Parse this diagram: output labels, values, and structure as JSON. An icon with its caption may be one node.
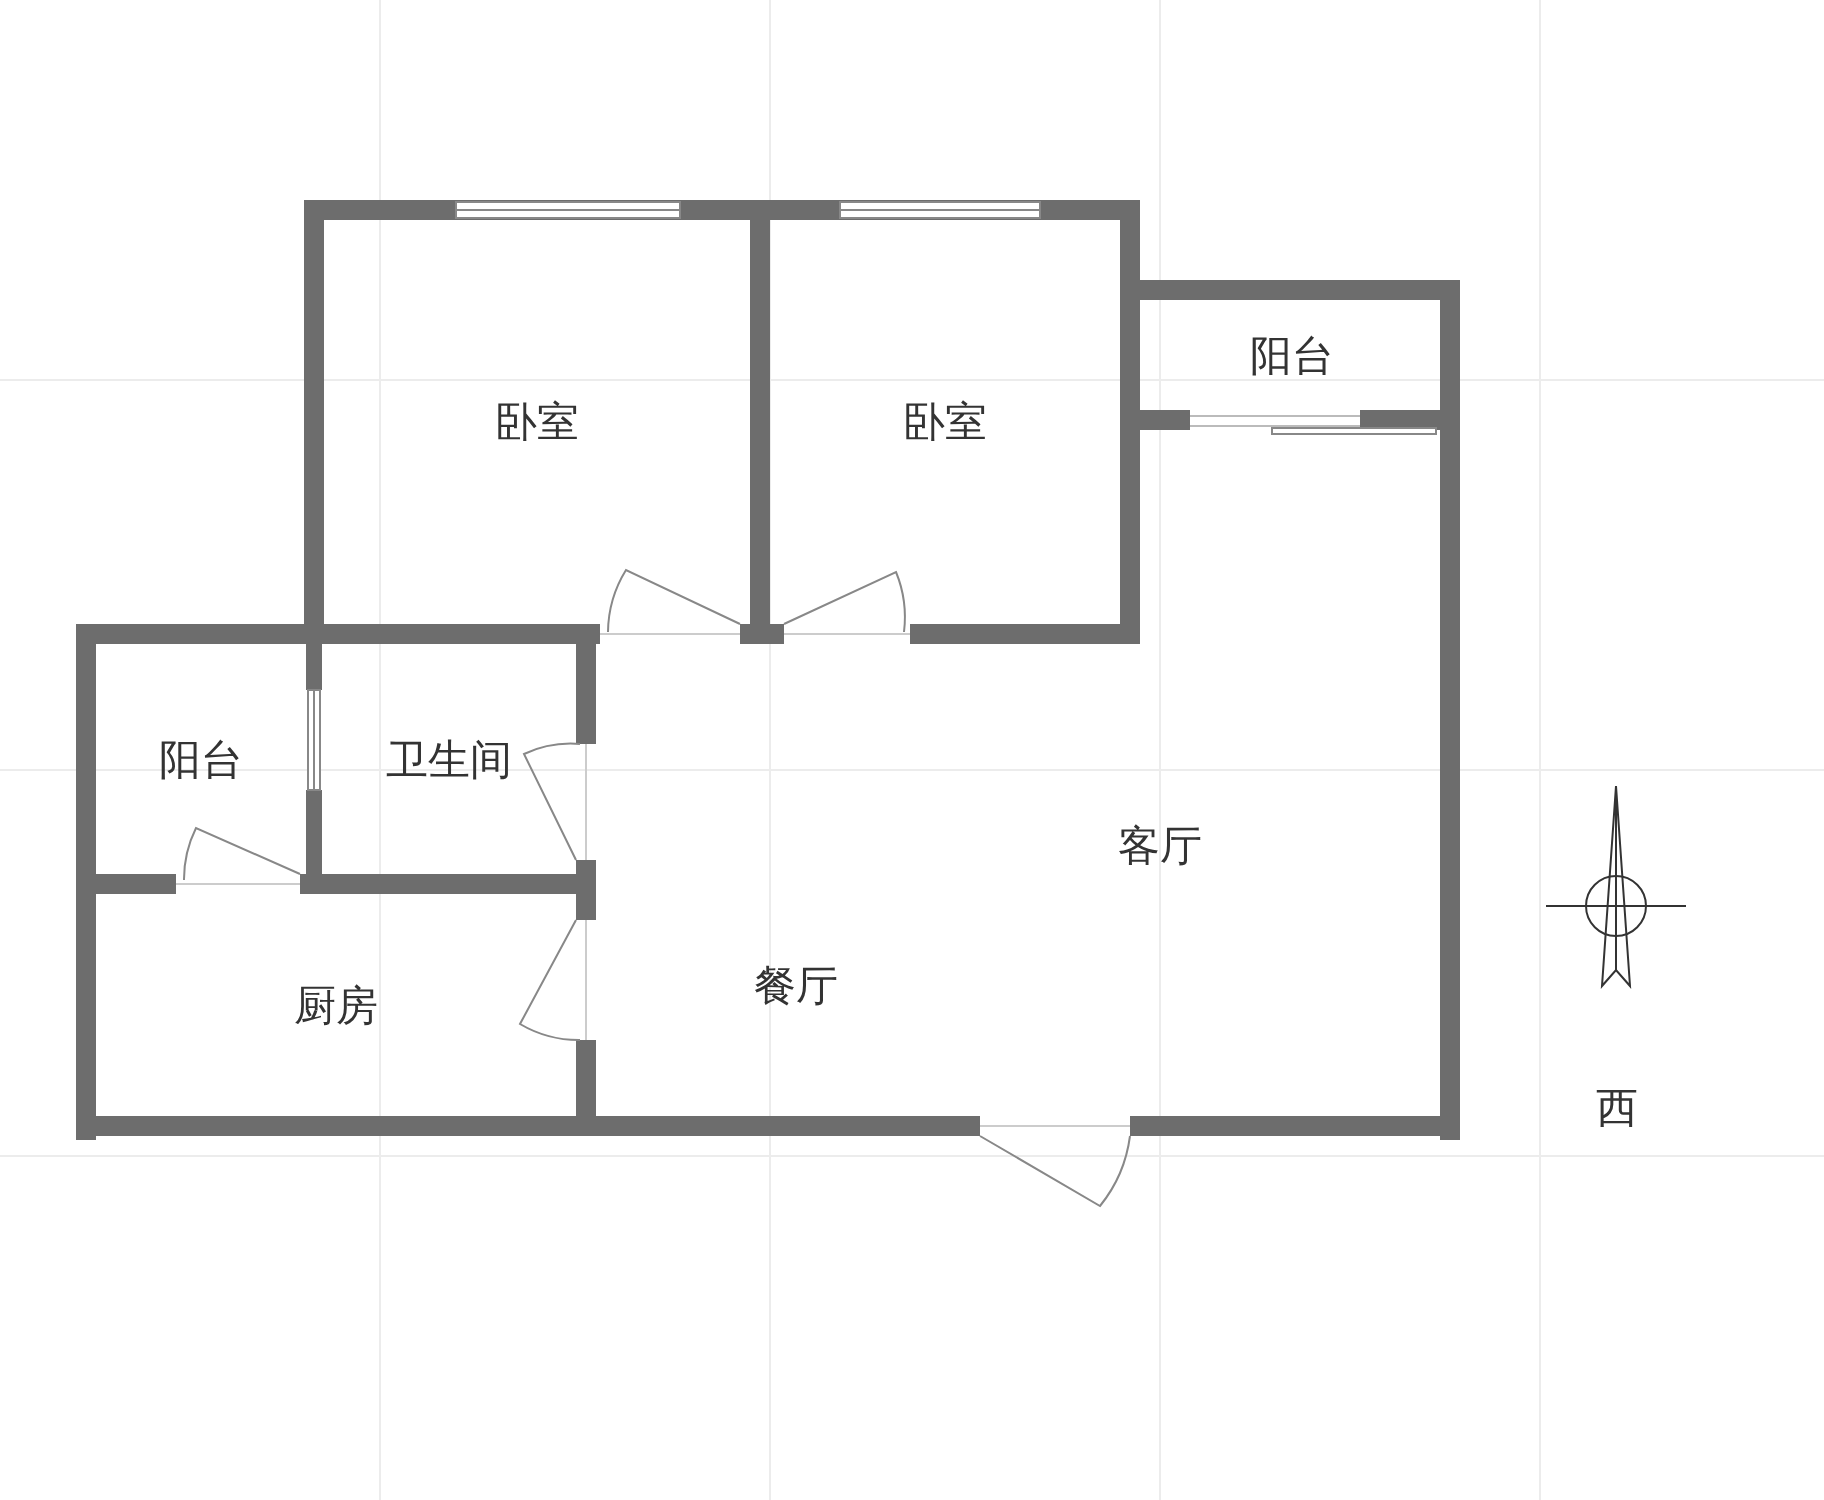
{
  "diagram": {
    "nodes": [
      {
        "text": [
          "卧室"
        ]
      },
      {
        "text": [
          "卧室"
        ]
      },
      {
        "text": [
          "阳台"
        ]
      },
      {
        "text": [
          "阳台"
        ]
      },
      {
        "text": [
          "卫生间"
        ]
      },
      {
        "text": [
          "客厅"
        ]
      },
      {
        "text": [
          "厨房"
        ]
      },
      {
        "text": [
          "餐厅"
        ]
      }
    ],
    "labels": [
      "西"
    ]
  }
}
